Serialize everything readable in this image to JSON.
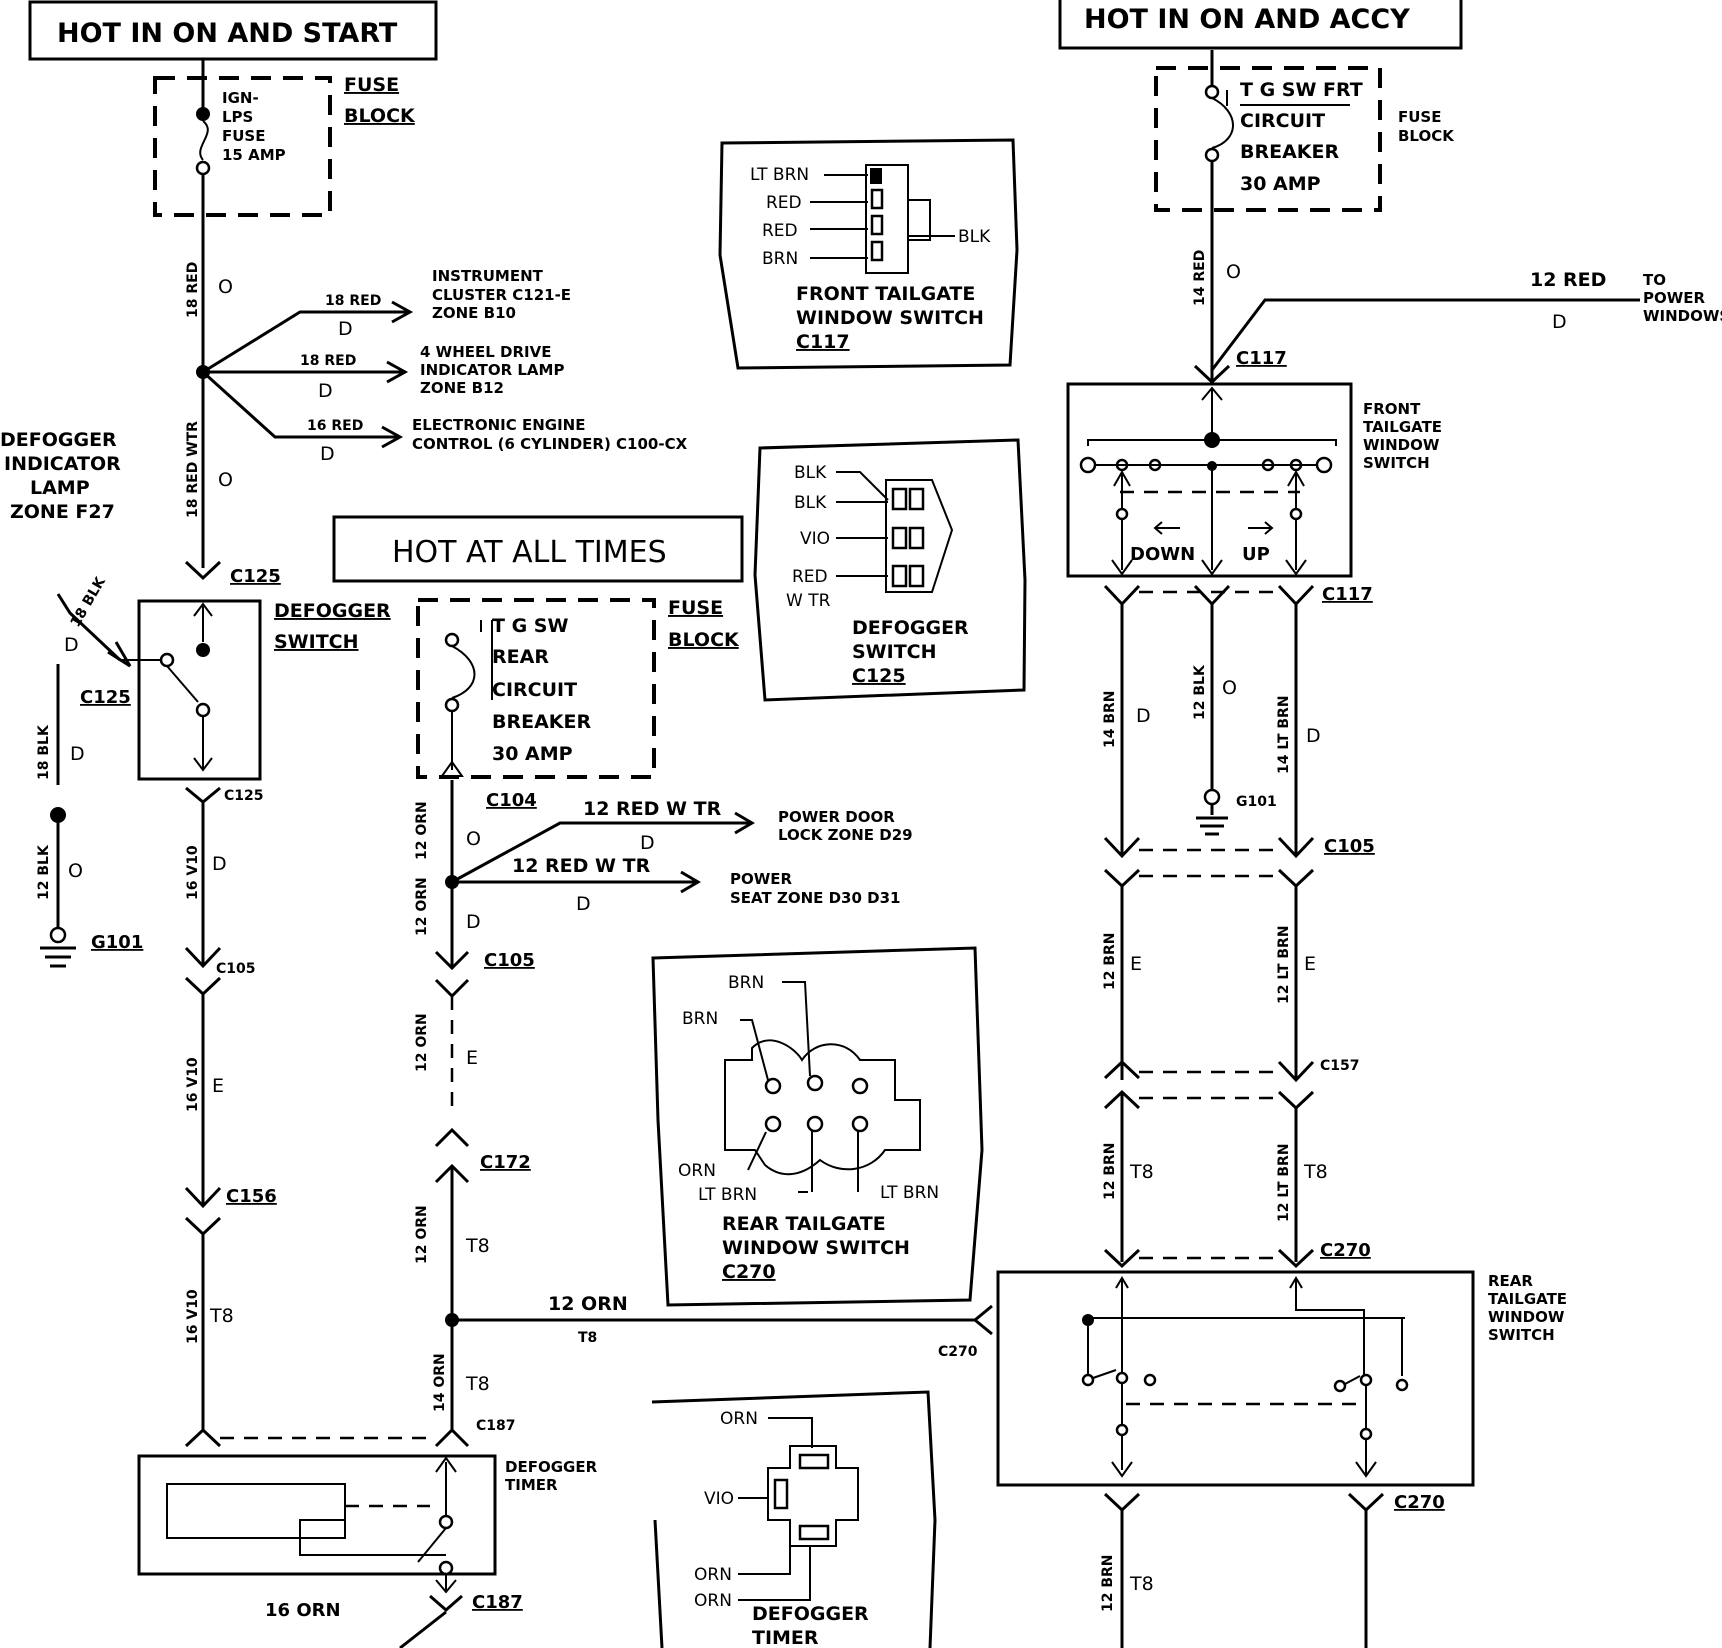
{
  "headers": {
    "hot_on_start": "HOT IN ON AND START",
    "hot_on_accy": "HOT IN ON AND ACCY",
    "hot_all_times": "HOT AT ALL TIMES"
  },
  "fuse_block_left": {
    "title_1": "FUSE",
    "title_2": "BLOCK",
    "fuse_lines": [
      "IGN-",
      "LPS",
      "FUSE",
      "15 AMP"
    ]
  },
  "fuse_block_right": {
    "title_1": "FUSE",
    "title_2": "BLOCK",
    "breaker_lines": [
      "T G SW FRT",
      "CIRCUIT",
      "BREAKER",
      "30 AMP"
    ]
  },
  "fuse_block_mid": {
    "title_1": "FUSE",
    "title_2": "BLOCK",
    "breaker_lines": [
      "T G SW",
      "REAR",
      "CIRCUIT",
      "BREAKER",
      "30 AMP"
    ]
  },
  "branches": [
    {
      "wire": "18 RED",
      "code": "D",
      "dest": [
        "INSTRUMENT",
        "CLUSTER C121-E",
        "ZONE B10"
      ]
    },
    {
      "wire": "18 RED",
      "code": "D",
      "dest": [
        "4 WHEEL DRIVE",
        "INDICATOR LAMP",
        "ZONE B12"
      ]
    },
    {
      "wire": "16 RED",
      "code": "D",
      "dest": [
        "ELECTRONIC ENGINE",
        "CONTROL (6 CYLINDER) C100-CX"
      ]
    }
  ],
  "mid_branches": [
    {
      "wire": "12 RED W TR",
      "code": "D",
      "dest": [
        "POWER DOOR",
        "LOCK ZONE D29"
      ]
    },
    {
      "wire": "12 RED W TR",
      "code": "D",
      "dest": [
        "POWER",
        "SEAT ZONE D30 D31"
      ]
    }
  ],
  "defogger_indicator": [
    "DEFOGGER",
    "INDICATOR",
    "LAMP",
    "ZONE F27"
  ],
  "wires": {
    "w18red": "18 RED",
    "w18redwtr": "18 RED WTR",
    "w18blk_a": "18 BLK",
    "w18blk_b": "18 BLK",
    "w12blk": "12 BLK",
    "w16v10_a": "16 V10",
    "w16v10_b": "16 V10",
    "w16v10_c": "16 V10",
    "w12orn_a": "12 ORN",
    "w12orn_b": "12 ORN",
    "w12orn_c": "12 ORN",
    "w12orn_d": "12 ORN",
    "w14orn": "14 ORN",
    "w12orn_h": "12 ORN",
    "w16orn": "16 ORN",
    "w14red": "14 RED",
    "w12red": "12 RED",
    "w14brn": "14 BRN",
    "w12blk_r": "12 BLK",
    "w14ltbrn": "14 LT BRN",
    "w12brn_a": "12 BRN",
    "w12ltbrn_a": "12 LT BRN",
    "w12brn_b": "12 BRN",
    "w12ltbrn_b": "12 LT BRN",
    "w12brn_c": "12 BRN"
  },
  "codes": {
    "O": "O",
    "D": "D",
    "E": "E",
    "T8": "T8"
  },
  "to_power_windows": [
    "TO",
    "POWER",
    "WINDOWS"
  ],
  "connectors": {
    "c125_top": "C125",
    "c125_sw": "C125",
    "c125_bot": "C125",
    "c105_l": "C105",
    "c156": "C156",
    "c104": "C104",
    "c105_m": "C105",
    "c172": "C172",
    "c187_a": "C187",
    "c187_b": "C187",
    "g101_l": "G101",
    "c270_l": "C270",
    "c117_top": "C117",
    "c117_bot": "C117",
    "g101_r": "G101",
    "c105_r": "C105",
    "c157": "C157",
    "c270_top": "C270",
    "c270_bot": "C270",
    "c117_view": "C117",
    "c125_view": "C125",
    "c270_view": "C270"
  },
  "components": {
    "defogger_switch": [
      "DEFOGGER",
      "SWITCH"
    ],
    "front_tailgate_switch": [
      "FRONT",
      "TAILGATE",
      "WINDOW",
      "SWITCH"
    ],
    "rear_tailgate_switch": [
      "REAR",
      "TAILGATE",
      "WINDOW",
      "SWITCH"
    ],
    "defogger_timer": [
      "DEFOGGER",
      "TIMER"
    ],
    "down": "DOWN",
    "up": "UP"
  },
  "connector_views": {
    "front_tailgate": {
      "pins_left": [
        "LT BRN",
        "RED",
        "RED",
        "BRN"
      ],
      "pin_right": "BLK",
      "caption": [
        "FRONT TAILGATE",
        "WINDOW SWITCH"
      ]
    },
    "defogger_switch": {
      "pins_left": [
        "BLK",
        "BLK",
        "VIO",
        "RED",
        "W TR"
      ],
      "caption": [
        "DEFOGGER",
        "SWITCH"
      ]
    },
    "rear_tailgate": {
      "pins": [
        "BRN",
        "BRN",
        "ORN",
        "LT BRN",
        "LT BRN"
      ],
      "caption": [
        "REAR TAILGATE",
        "WINDOW SWITCH"
      ]
    },
    "defogger_timer": {
      "pins": [
        "ORN",
        "VIO",
        "ORN",
        "ORN"
      ],
      "caption": [
        "DEFOGGER",
        "TIMER"
      ]
    }
  }
}
